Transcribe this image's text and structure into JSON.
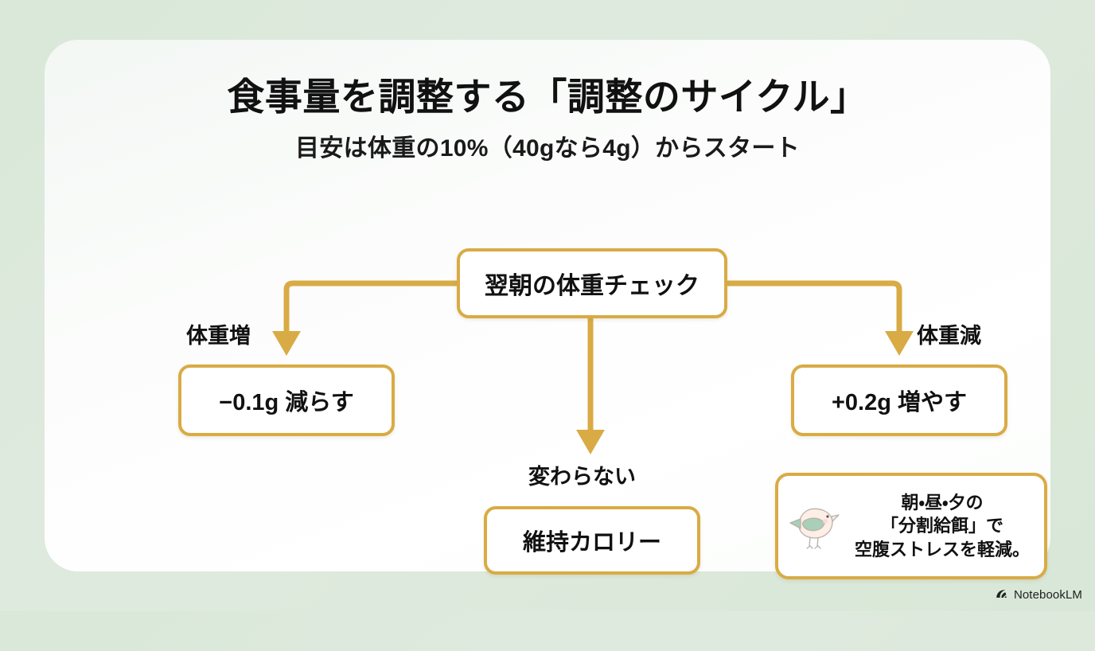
{
  "slide": {
    "title": "食事量を調整する「調整のサイクル」",
    "subtitle": "目安は体重の10%（40gなら4g）からスタート",
    "background_color": "#dce9dc",
    "card_color": "#ffffff",
    "accent_color": "#d9ab45"
  },
  "flow": {
    "root": {
      "label": "翌朝の体重チェック"
    },
    "branches": [
      {
        "condition": "体重増",
        "action": "−0.1g 減らす"
      },
      {
        "condition": "変わらない",
        "action": "維持カロリー"
      },
      {
        "condition": "体重減",
        "action": "+0.2g 増やす"
      }
    ]
  },
  "tip": {
    "icon": "bird-icon",
    "lines": [
      "朝・昼・夕の",
      "「分割給餌」で",
      "空腹ストレスを軽減。"
    ]
  },
  "watermark": {
    "label": "NotebookLM",
    "icon": "notebooklm-logo-icon"
  }
}
